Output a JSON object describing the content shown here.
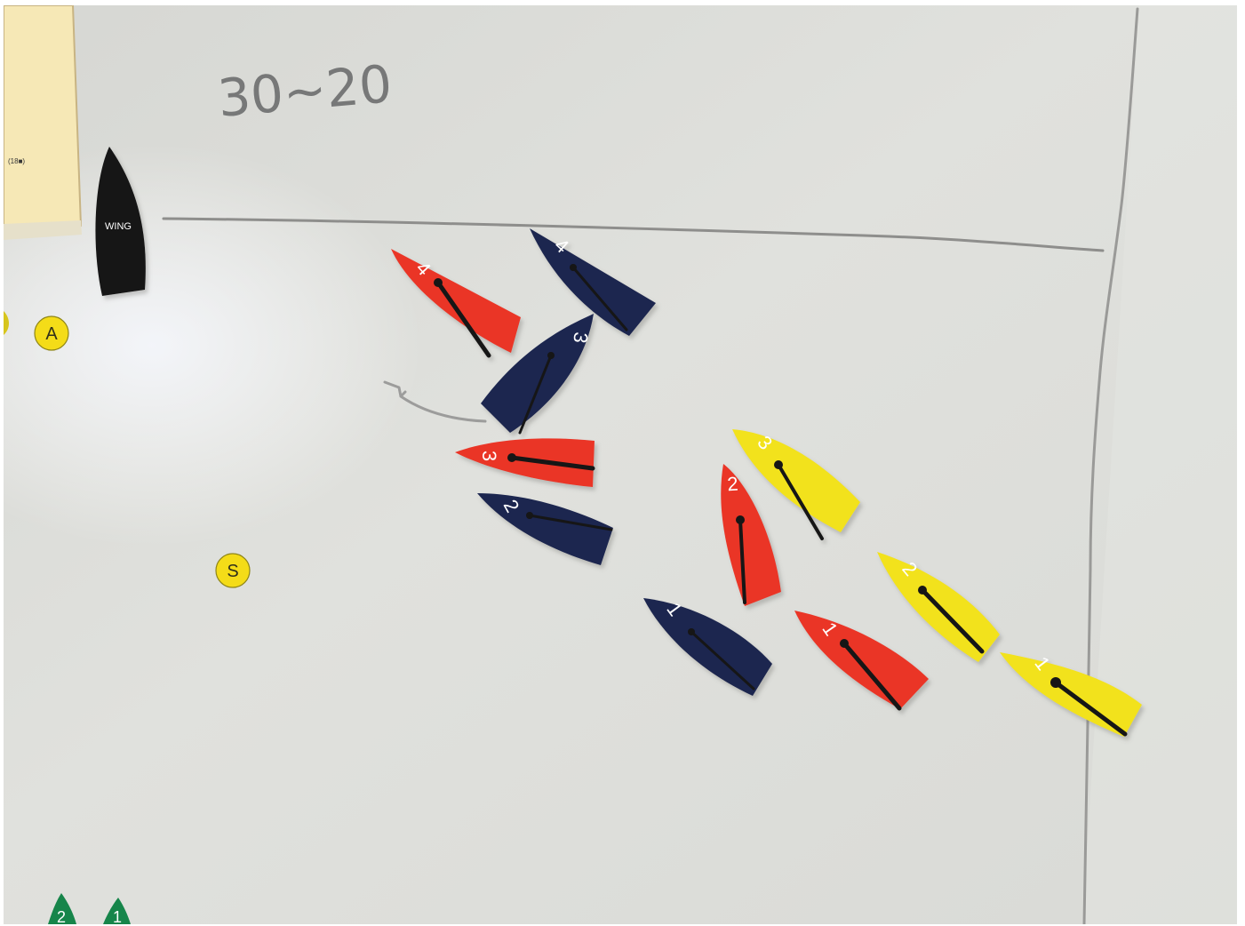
{
  "board": {
    "handwritten_note": "30~20",
    "colors": {
      "whiteboard": "#dedfdb",
      "whiteboard_right": "#e1e2de",
      "marker_line": "#8e8e8c",
      "paper": "#f6e8b6"
    }
  },
  "paper_sheet": {
    "label": "(18■)"
  },
  "committee_boat": {
    "label": "WING",
    "color": "#151515",
    "text_color": "#ffffff"
  },
  "marks": [
    {
      "id": "A",
      "label": "A",
      "color": "#f4dc18"
    },
    {
      "id": "S",
      "label": "S",
      "color": "#f4dc18"
    }
  ],
  "teams": {
    "red": {
      "color": "#ea3527"
    },
    "navy": {
      "color": "#1b2550"
    },
    "yellow": {
      "color": "#f2e21a"
    },
    "green": {
      "color": "#16854a"
    }
  },
  "boats": [
    {
      "id": "red-4",
      "team": "red",
      "number": "4"
    },
    {
      "id": "navy-4",
      "team": "navy",
      "number": "4"
    },
    {
      "id": "navy-3",
      "team": "navy",
      "number": "3"
    },
    {
      "id": "red-3",
      "team": "red",
      "number": "3"
    },
    {
      "id": "navy-2",
      "team": "navy",
      "number": "2"
    },
    {
      "id": "yellow-3",
      "team": "yellow",
      "number": "3"
    },
    {
      "id": "red-2",
      "team": "red",
      "number": "2"
    },
    {
      "id": "yellow-2",
      "team": "yellow",
      "number": "2"
    },
    {
      "id": "navy-1",
      "team": "navy",
      "number": "1"
    },
    {
      "id": "red-1",
      "team": "red",
      "number": "1"
    },
    {
      "id": "yellow-1",
      "team": "yellow",
      "number": "1"
    },
    {
      "id": "green-2",
      "team": "green",
      "number": "2"
    },
    {
      "id": "green-1",
      "team": "green",
      "number": "1"
    }
  ]
}
